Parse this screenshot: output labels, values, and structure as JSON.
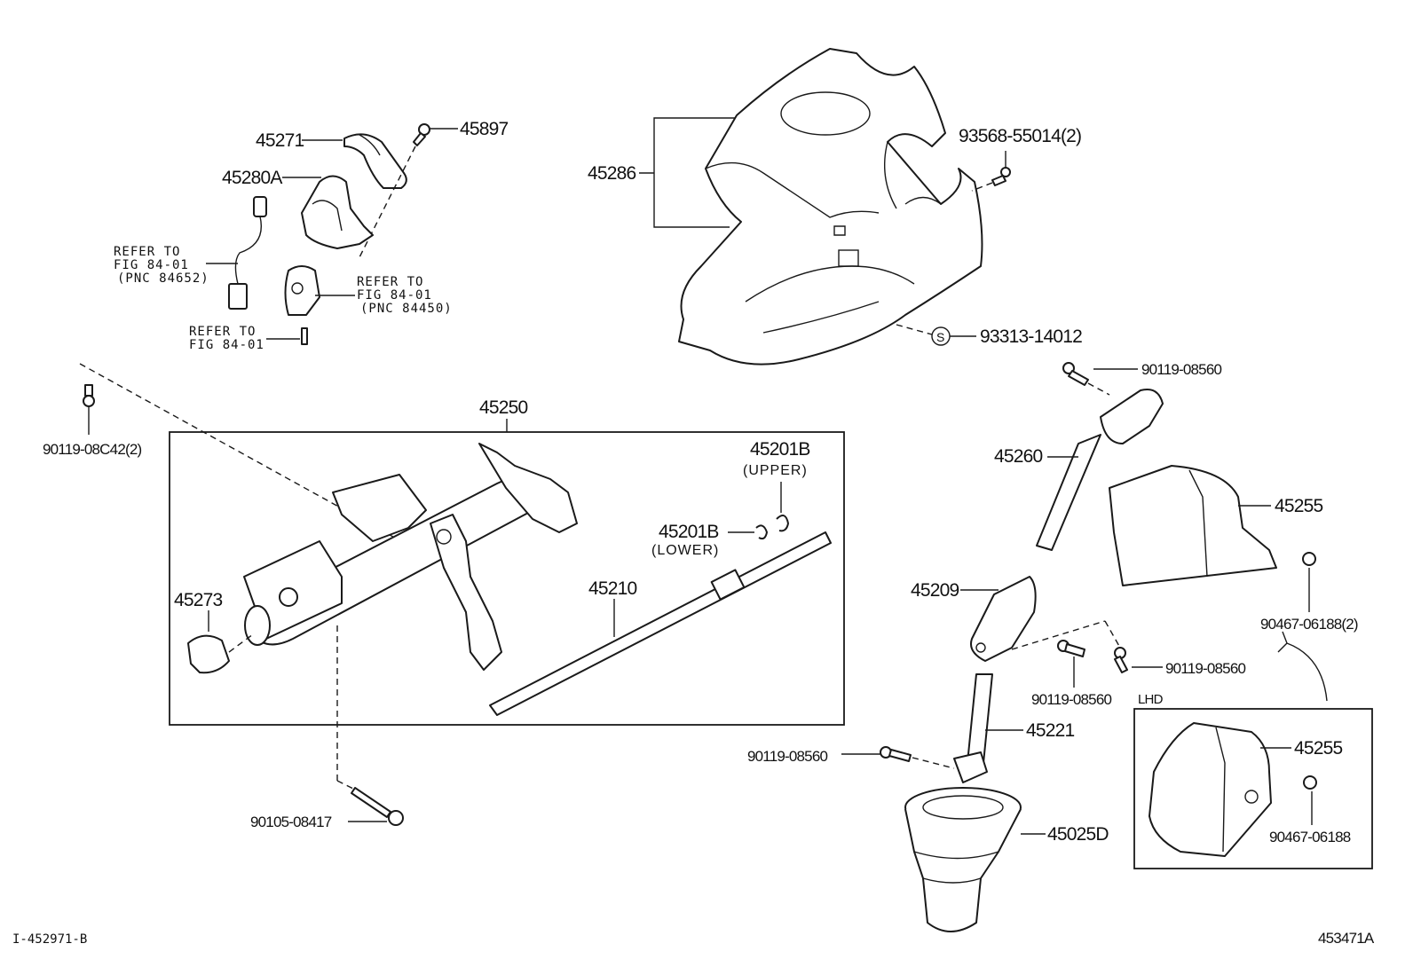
{
  "labels": {
    "p45271": "45271",
    "p45897": "45897",
    "p45280A": "45280A",
    "p45286": "45286",
    "p93568": "93568-55014(2)",
    "p93313": "93313-14012",
    "p90119_top": "90119-08560",
    "p90119_08C42": "90119-08C42(2)",
    "p45250": "45250",
    "p45201B_upper": "45201B",
    "upper": "(UPPER)",
    "p45201B_lower": "45201B",
    "lower": "(LOWER)",
    "p45273": "45273",
    "p45210": "45210",
    "p45260": "45260",
    "p45255": "45255",
    "p90467_2": "90467-06188(2)",
    "p45209": "45209",
    "p90119_mid_right": "90119-08560",
    "p90119_mid_below": "90119-08560",
    "lhd": "LHD",
    "p45221": "45221",
    "p90119_left": "90119-08560",
    "p45255_lhd": "45255",
    "p90467": "90467-06188",
    "p45025D": "45025D",
    "p90105": "90105-08417"
  },
  "refs": {
    "ref1_line1": "REFER TO",
    "ref1_line2": "FIG 84-01",
    "ref1_line3": "(PNC 84652)",
    "ref2_line1": "REFER TO",
    "ref2_line2": "FIG 84-01",
    "ref2_line3": "(PNC 84450)",
    "ref3_line1": "REFER TO",
    "ref3_line2": "FIG 84-01"
  },
  "footer": {
    "left_code": "I-452971-B",
    "right_code": "453471A"
  },
  "symbols": {
    "s_mark": "S"
  }
}
